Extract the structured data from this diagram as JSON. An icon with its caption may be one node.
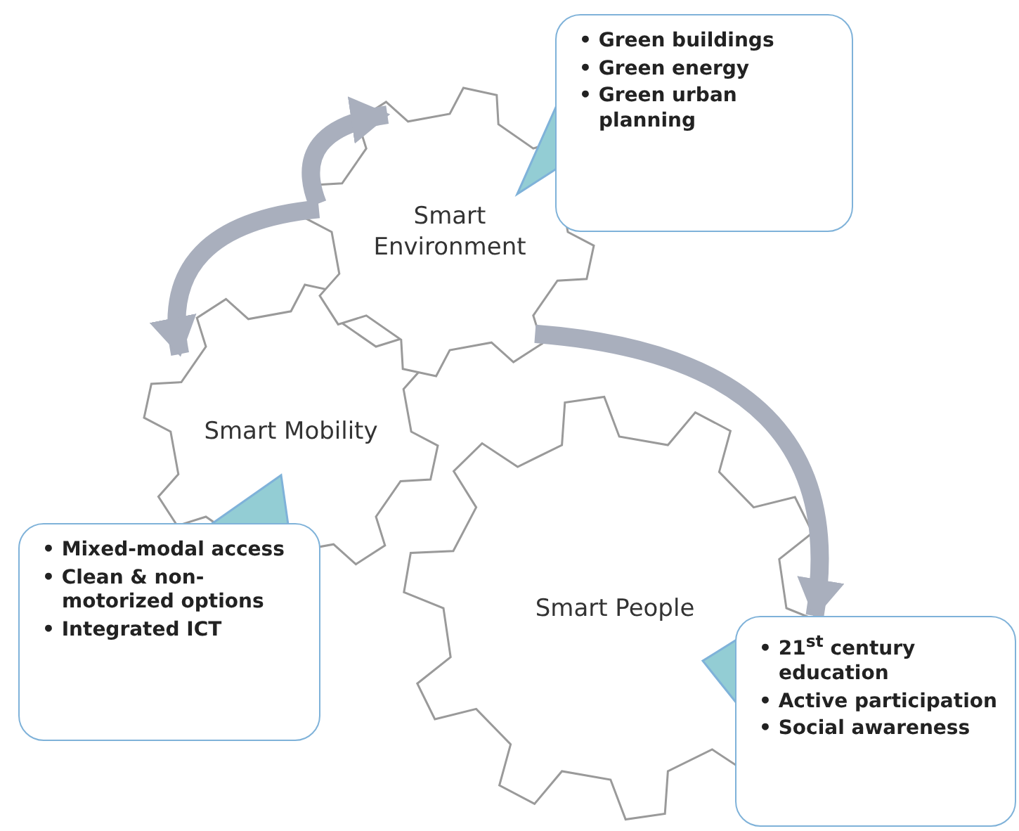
{
  "diagram": {
    "nodes": [
      {
        "text": [
          "Smart Environment"
        ]
      },
      {
        "text": [
          "Smart Mobility"
        ]
      },
      {
        "text": [
          "Smart People"
        ]
      },
      {
        "text": [
          "• Green buildings",
          "• Green energy",
          "• Green urban planning"
        ]
      },
      {
        "text": [
          "• Mixed-modal access",
          "• Clean & non-motorized options",
          "• Integrated ICT"
        ]
      },
      {
        "text": [
          "• 21$^{st}$ century education",
          "• Active participation",
          "• Social awareness"
        ]
      }
    ],
    "edges": [
      {
        "from": null,
        "to": 0,
        "arrow": "to"
      },
      {
        "from": 0,
        "to": 1,
        "arrow": "to"
      },
      {
        "from": 0,
        "to": 5,
        "arrow": "to"
      }
    ]
  }
}
